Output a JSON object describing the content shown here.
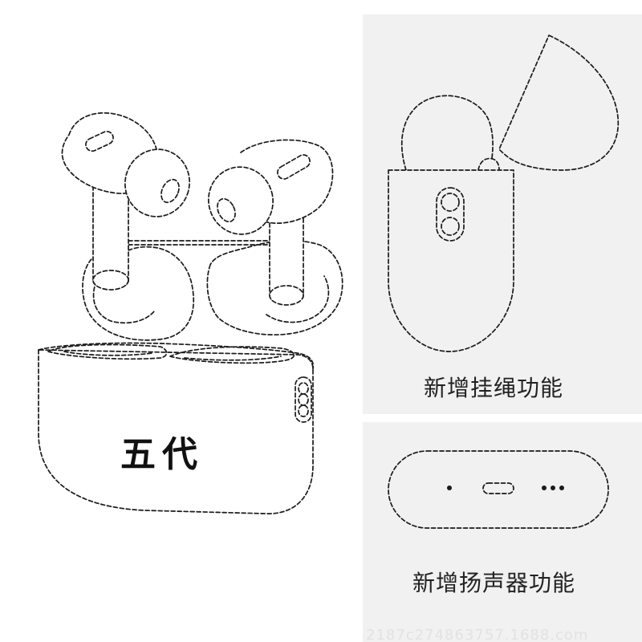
{
  "labels": {
    "generation": "五代",
    "lanyard_feature": "新增挂绳功能",
    "speaker_feature": "新增扬声器功能"
  },
  "watermark": "2187c274863757.1688.com",
  "colors": {
    "line": "#1a1a1a",
    "panel_background": "#f1f1f1",
    "page_background": "#ffffff"
  }
}
